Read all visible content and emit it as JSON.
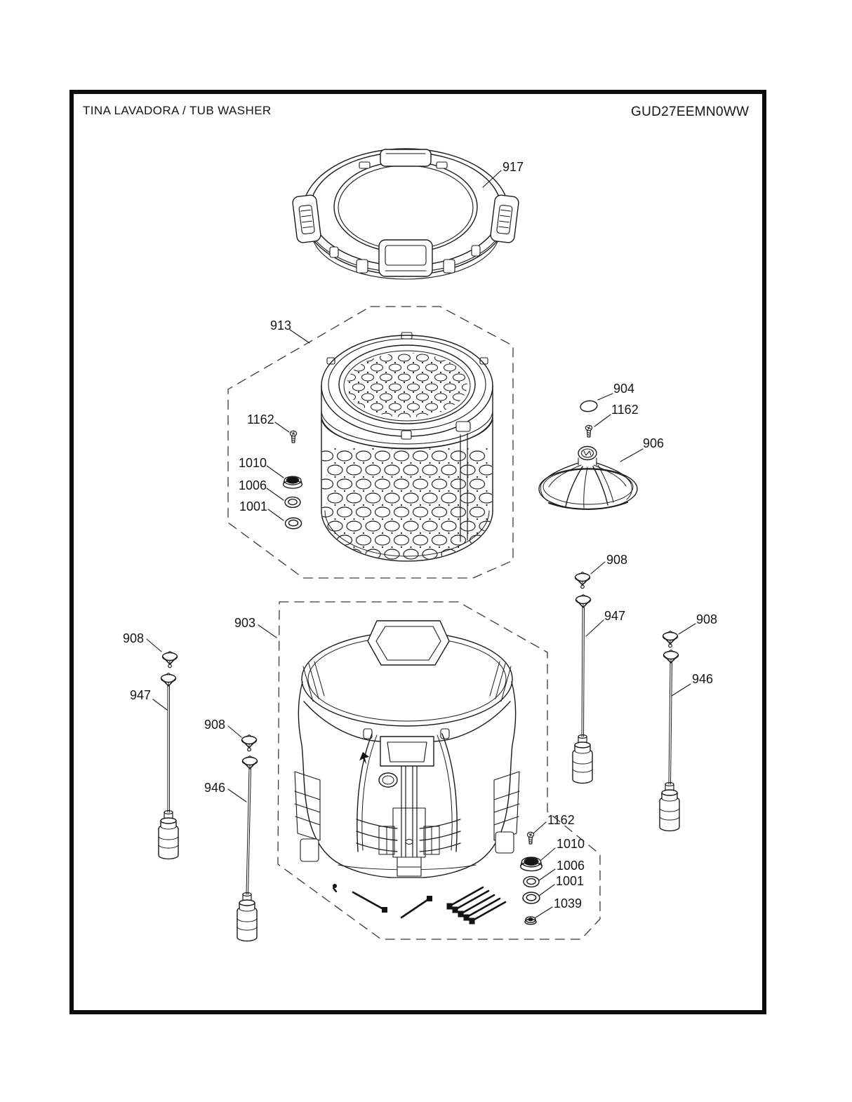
{
  "header": {
    "title": "TINA LAVADORA / TUB WASHER",
    "model": "GUD27EEMN0WW"
  },
  "parts": {
    "tub_cover": "917",
    "basket_group": "913",
    "outer_tub_group": "903",
    "cap": "904",
    "agitator": "906",
    "suspension_ball": "908",
    "suspension_rod": "947",
    "suspension_rod_long": "946",
    "screw": "1162",
    "nut_hex_flange": "1010",
    "washer_a": "1006",
    "washer_b": "1001",
    "nut_small": "1039"
  }
}
